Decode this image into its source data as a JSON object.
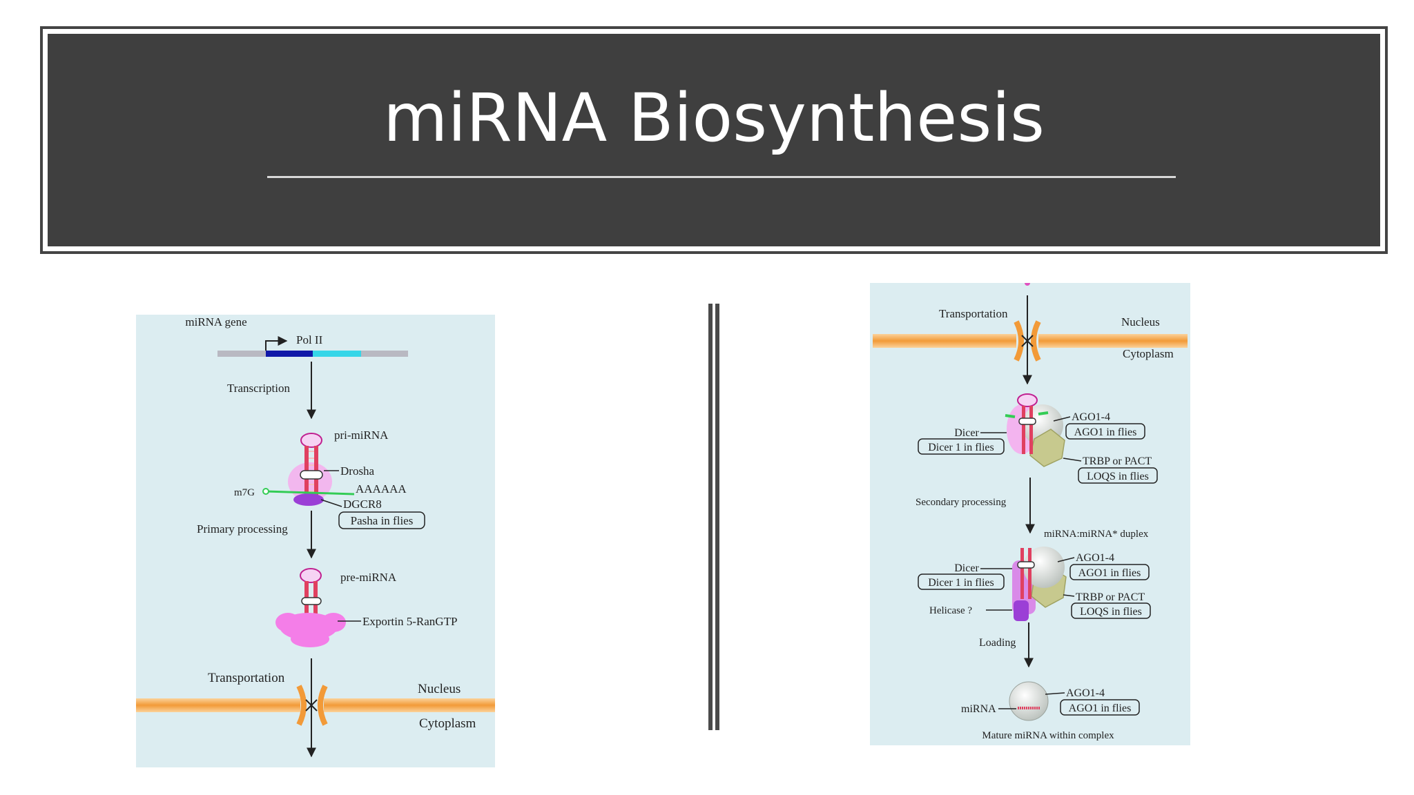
{
  "slide": {
    "title": "miRNA Biosynthesis"
  },
  "left_panel": {
    "gene": "miRNA gene",
    "polymerase": "Pol II",
    "transcription": "Transcription",
    "pri": "pri-miRNA",
    "drosha": "Drosha",
    "m7g": "m7G",
    "polya": "AAAAAA",
    "dgcr8": "DGCR8",
    "pasha": "Pasha in flies",
    "primary": "Primary processing",
    "pre": "pre-miRNA",
    "exportin": "Exportin 5-RanGTP",
    "transport": "Transportation",
    "nucleus": "Nucleus",
    "cytoplasm": "Cytoplasm"
  },
  "right_panel": {
    "transport": "Transportation",
    "nucleus": "Nucleus",
    "cytoplasm": "Cytoplasm",
    "dicer1": "Dicer",
    "dicer1_flies": "Dicer 1 in flies",
    "ago1": "AGO1-4",
    "ago1_flies": "AGO1 in flies",
    "trbp1": "TRBP or PACT",
    "loqs1": "LOQS in flies",
    "secondary": "Secondary processing",
    "duplex": "miRNA:miRNA* duplex",
    "dicer2": "Dicer",
    "dicer2_flies": "Dicer 1 in flies",
    "ago2": "AGO1-4",
    "ago2_flies": "AGO1 in flies",
    "trbp2": "TRBP or PACT",
    "loqs2": "LOQS in flies",
    "helicase": "Helicase ?",
    "loading": "Loading",
    "mirna": "miRNA",
    "ago3": "AGO1-4",
    "ago3_flies": "AGO1 in flies",
    "mature": "Mature miRNA within complex"
  },
  "colors": {
    "title_bg": "#3f3f3f",
    "panel_bg": "#dcedf1",
    "membrane": "#f0a040",
    "hairpin": "#e0407a",
    "exportin": "#f47ee8",
    "ago": "#dfe3e0",
    "trbp": "#c7c98e"
  }
}
